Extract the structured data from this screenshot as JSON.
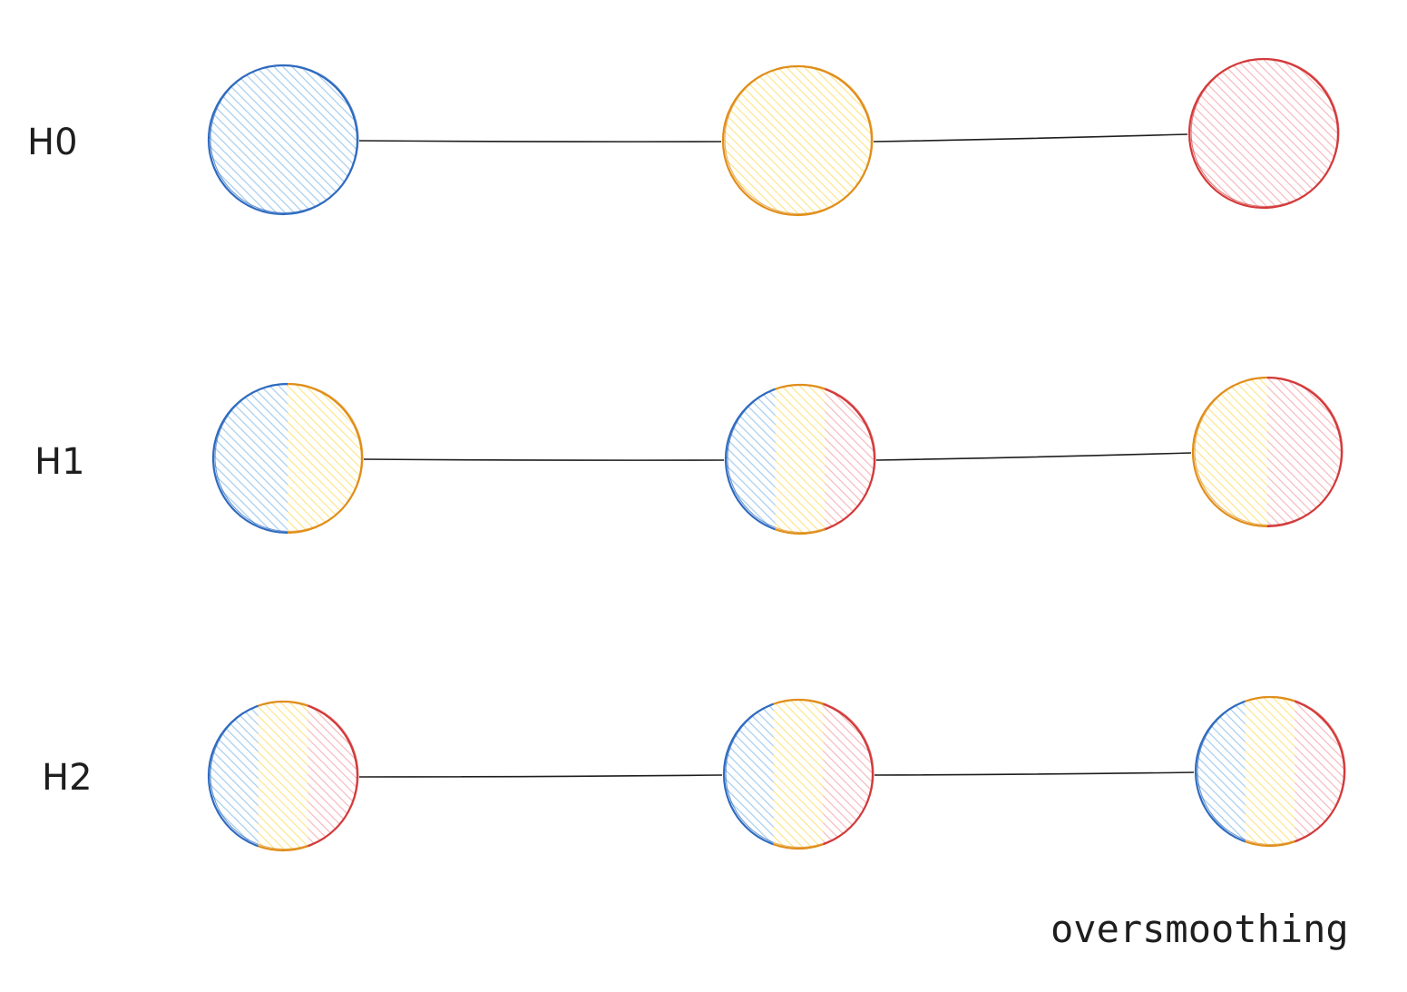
{
  "colors": {
    "blue": {
      "stroke": "#2f6bbf",
      "hatch": "#a5cdee"
    },
    "orange": {
      "stroke": "#e08e1a",
      "hatch": "#fde68a"
    },
    "red": {
      "stroke": "#d33a3a",
      "hatch": "#f6b9bd"
    },
    "edge": "#1e1e1e",
    "text": "#1e1e1e"
  },
  "rows": [
    {
      "label": "H0",
      "nodes": [
        [
          "blue"
        ],
        [
          "orange"
        ],
        [
          "red"
        ]
      ]
    },
    {
      "label": "H1",
      "nodes": [
        [
          "blue",
          "orange"
        ],
        [
          "blue",
          "orange",
          "red"
        ],
        [
          "orange",
          "red"
        ]
      ]
    },
    {
      "label": "H2",
      "nodes": [
        [
          "blue",
          "orange",
          "red"
        ],
        [
          "blue",
          "orange",
          "red"
        ],
        [
          "blue",
          "orange",
          "red"
        ]
      ]
    }
  ],
  "caption": "oversmoothing"
}
